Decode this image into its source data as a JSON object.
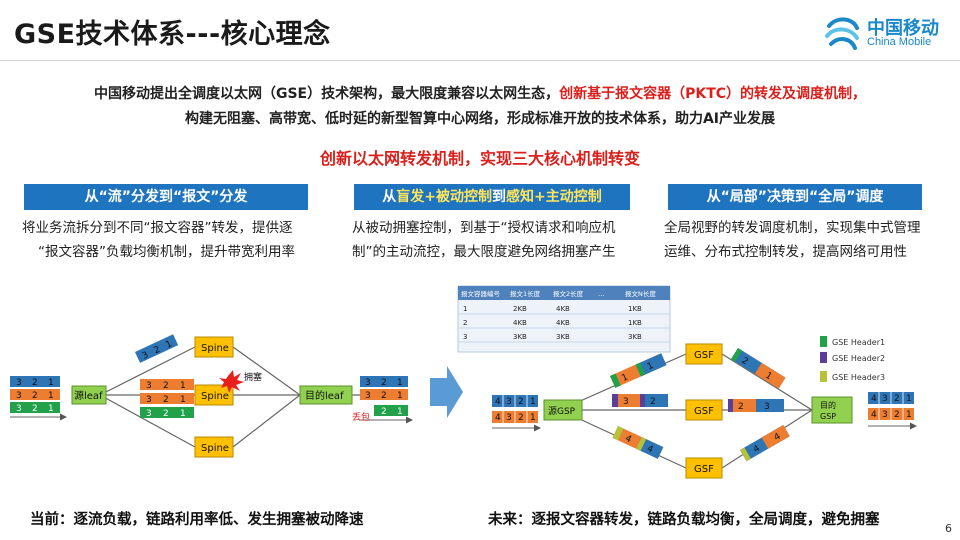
{
  "header": {
    "title": "GSE技术体系---核心理念",
    "brand_cn": "中国移动",
    "brand_en": "China Mobile"
  },
  "intro": {
    "line1_a": "中国移动提出全调度以太网（GSE）技术架构，最大限度兼容以太网生态，",
    "line1_b": "创新基于报文容器（PKTC）的转发及调度机制，",
    "line2": "构建无阻塞、高带宽、低时延的新型智算中心网络，形成标准开放的技术体系，助力AI产业发展"
  },
  "tagline": "创新以太网转发机制，实现三大核心机制转变",
  "pillars": [
    {
      "title_a": "从“流”分发到“报文”分发",
      "title_b": "",
      "title_c": "",
      "desc1": "将业务流拆分到不同“报文容器”转发，提供逐",
      "desc2": "“报文容器”负载均衡机制，提升带宽利用率"
    },
    {
      "title_a": "从",
      "title_b": "盲发+被动控制",
      "title_c": "到",
      "title_d": "感知+主动控制",
      "desc1": "从被动拥塞控制，到基于“授权请求和响应机",
      "desc2": "制”的主动流控，最大限度避免网络拥塞产生"
    },
    {
      "title_a": "从“局部”决策到“全局”调度",
      "title_b": "",
      "title_c": "",
      "desc1": "全局视野的转发调度机制，实现集中式管理",
      "desc2": "运维、分布式控制转发，提高网络可用性"
    }
  ],
  "left_diagram": {
    "spine": "Spine",
    "src": "源leaf",
    "dst": "目的leaf",
    "congest": "拥塞",
    "drop": "丢包",
    "pkt": [
      "3",
      "2",
      "1"
    ],
    "pkt4": [
      "4",
      "3",
      "2",
      "1"
    ]
  },
  "right_diagram": {
    "table_headers": [
      "报文容器编号",
      "报文1长度",
      "报文2长度",
      "…",
      "报文N长度"
    ],
    "table_rows": [
      [
        "1",
        "2KB",
        "4KB",
        "",
        "1KB"
      ],
      [
        "2",
        "4KB",
        "4KB",
        "",
        "1KB"
      ],
      [
        "3",
        "3KB",
        "3KB",
        "",
        "3KB"
      ]
    ],
    "gsf": "GSF",
    "src": "源GSP",
    "dst_a": "目的",
    "dst_b": "GSP",
    "legend": [
      "GSE Header1",
      "GSE Header2",
      "GSE Header3"
    ],
    "legend_colors": [
      "#21a14a",
      "#5a3f9a",
      "#b5c23a"
    ]
  },
  "footer": {
    "left": "当前：逐流负载，链路利用率低、发生拥塞被动降速",
    "right": "未来：逐报文容器转发，链路负载均衡，全局调度，避免拥塞"
  },
  "page_number": "6",
  "colors": {
    "accent_blue": "#1f74bf",
    "red": "#d9201c",
    "node_yellow": "#ffc000",
    "node_green": "#92d050"
  }
}
